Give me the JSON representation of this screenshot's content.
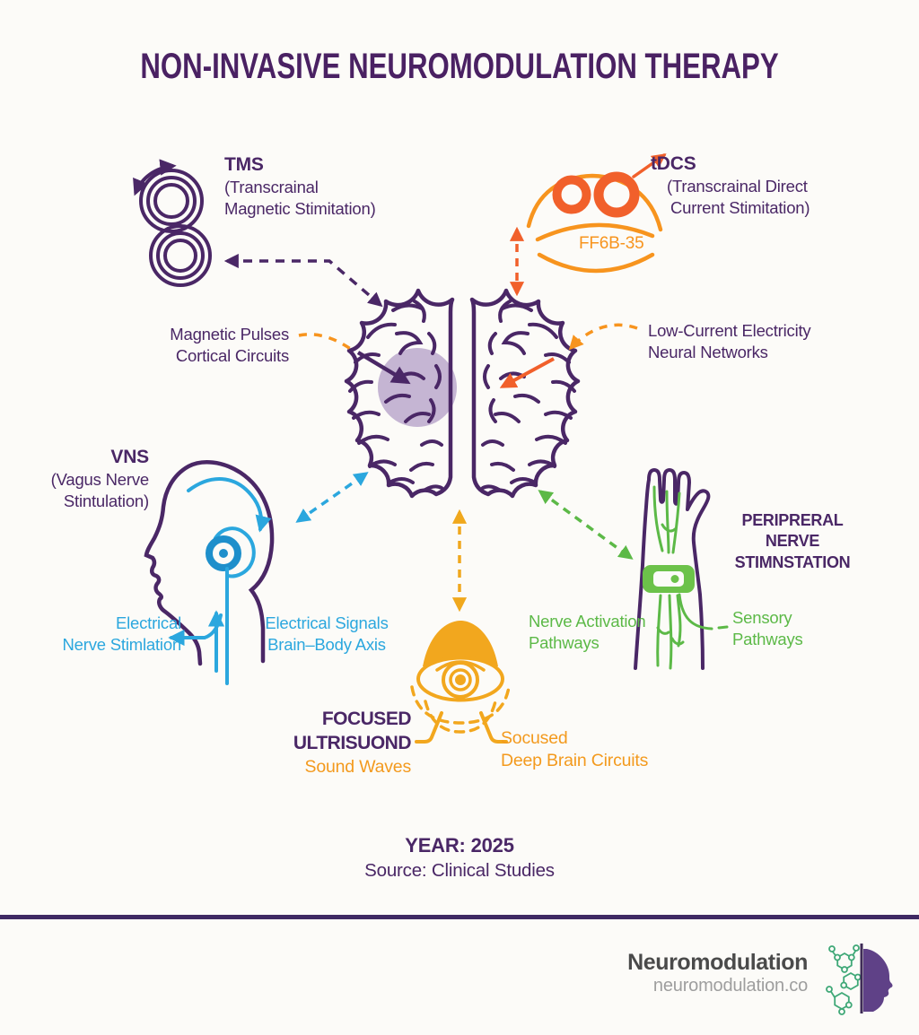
{
  "title": "NON-INVASIVE NEUROMODULATION THERAPY",
  "tms": {
    "abbr": "TMS",
    "paren1": "(Transcrainal",
    "paren2": "Magnetic Stimitation)",
    "callout1": "Magnetic Pulses",
    "callout2": "Cortical Circuits"
  },
  "tdcs": {
    "abbr": "tDCS",
    "paren1": "(Transcrainal Direct",
    "paren2": "Current Stimitation)",
    "device_label": "FF6B-35",
    "callout1": "Low-Current Electricity",
    "callout2": "Neural Networks"
  },
  "vns": {
    "abbr": "VNS",
    "paren1": "(Vagus Nerve",
    "paren2": "Stintulation)",
    "callout_left1": "Electrical",
    "callout_left2": "Nerve Stimlation",
    "callout_right1": "Electrical Signals",
    "callout_right2": "Brain–Body Axis"
  },
  "ultrasound": {
    "title1": "FOCUSED",
    "title2": "ULTRISUOND",
    "subtitle": "Sound Waves",
    "callout1": "Socused",
    "callout2": "Deep Brain Circuits"
  },
  "peripheral": {
    "title1": "PERIPRERAL NERVE",
    "title2": "STIMNSTATION",
    "callout_left1": "Nerve Activation",
    "callout_left2": "Pathways",
    "callout_right1": "Sensory",
    "callout_right2": "Pathways"
  },
  "meta": {
    "year": "YEAR: 2025",
    "source": "Source: Clinical Studies"
  },
  "brand": {
    "name": "Neuromodulation",
    "url": "neuromodulation.co"
  },
  "colors": {
    "purple": "#4A2766",
    "orange": "#F1602B",
    "orange_light": "#F7941E",
    "amber": "#F0A81D",
    "cyan": "#2BA7DE",
    "green": "#5CB947"
  }
}
